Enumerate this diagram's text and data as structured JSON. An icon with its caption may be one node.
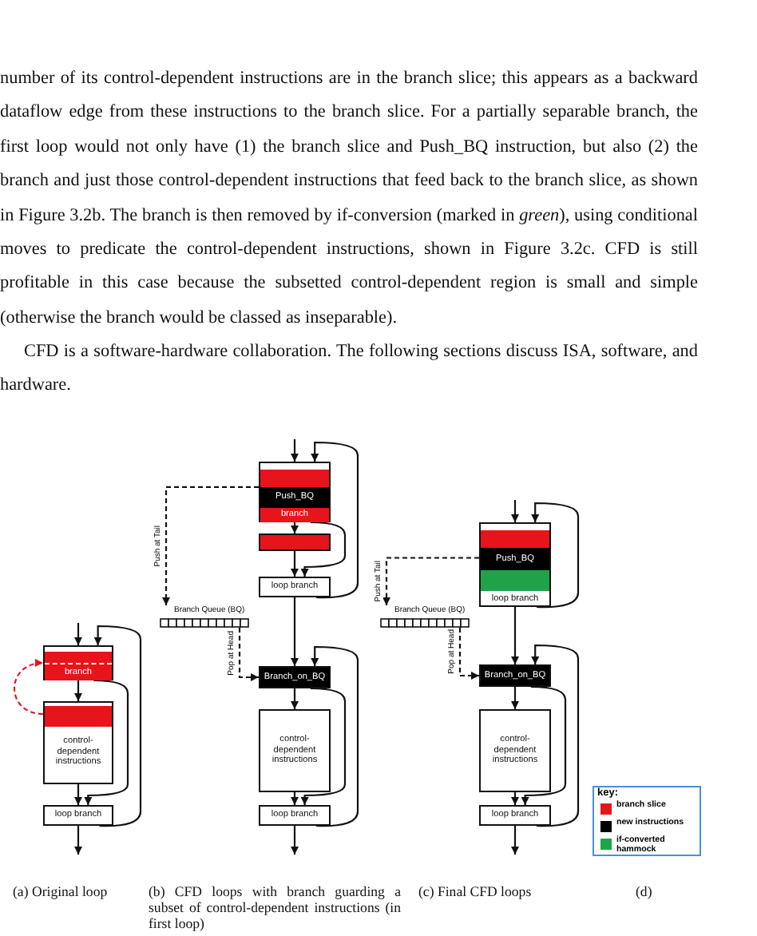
{
  "diagram": {
    "nodes": [
      {
        "text": [
          "branch"
        ]
      },
      {
        "text": [
          "control-dependent instructions"
        ]
      },
      {
        "text": [
          "loop branch"
        ]
      },
      {
        "text": [
          "Push_BQ",
          "branch"
        ]
      },
      {
        "text": [],
        "shape": "box"
      },
      {
        "text": [
          "loop branch"
        ]
      },
      {
        "text": [
          "Branch Queue (BQ)"
        ]
      },
      {
        "text": [
          "Branch_on_BQ"
        ]
      },
      {
        "text": [
          "control-dependent instructions"
        ]
      },
      {
        "text": [
          "loop branch"
        ]
      },
      {
        "text": [
          "Push_BQ",
          "loop branch"
        ]
      },
      {
        "text": [
          "Branch Queue (BQ)"
        ]
      },
      {
        "text": [
          "Branch_on_BQ"
        ]
      },
      {
        "text": [
          "control-dependent instructions"
        ]
      },
      {
        "text": [
          "loop branch"
        ]
      }
    ],
    "edges": [
      {
        "from": null,
        "to": 0,
        "arrow": "to"
      },
      {
        "from": 0,
        "to": 1,
        "arrow": "to"
      },
      {
        "from": 0,
        "to": 2,
        "arrow": "to"
      },
      {
        "from": 1,
        "to": 2,
        "arrow": "to"
      },
      {
        "from": 2,
        "to": 0,
        "arrow": "to"
      },
      {
        "from": 2,
        "to": null,
        "arrow": "to"
      },
      {
        "from": 1,
        "to": 0,
        "arrow": "to",
        "style": "dashed",
        "color": "#e8141b"
      },
      {
        "from": null,
        "to": 3,
        "arrow": "to"
      },
      {
        "from": 3,
        "to": 4,
        "arrow": "to"
      },
      {
        "from": 4,
        "to": 5,
        "arrow": "to"
      },
      {
        "from": 3,
        "to": 5,
        "arrow": "to"
      },
      {
        "from": 5,
        "to": 3,
        "arrow": "to"
      },
      {
        "from": 3,
        "to": 6,
        "arrow": "to",
        "label": "Push at Tail",
        "style": "dashed"
      },
      {
        "from": 5,
        "to": 7,
        "arrow": "to"
      },
      {
        "from": 6,
        "to": 7,
        "arrow": "to",
        "label": "Pop at Head",
        "style": "dashed"
      },
      {
        "from": 7,
        "to": 8,
        "arrow": "to"
      },
      {
        "from": 7,
        "to": 9,
        "arrow": "to"
      },
      {
        "from": 8,
        "to": 9,
        "arrow": "to"
      },
      {
        "from": 9,
        "to": 7,
        "arrow": "to"
      },
      {
        "from": 9,
        "to": null,
        "arrow": "to"
      },
      {
        "from": null,
        "to": 10,
        "arrow": "to"
      },
      {
        "from": 10,
        "to": 10,
        "arrow": "to"
      },
      {
        "from": 10,
        "to": 11,
        "arrow": "to",
        "label": "Push at Tail",
        "style": "dashed"
      },
      {
        "from": 10,
        "to": 12,
        "arrow": "to"
      },
      {
        "from": 11,
        "to": 12,
        "arrow": "to",
        "label": "Pop at Head",
        "style": "dashed"
      },
      {
        "from": 12,
        "to": 13,
        "arrow": "to"
      },
      {
        "from": 12,
        "to": 14,
        "arrow": "to"
      },
      {
        "from": 13,
        "to": 14,
        "arrow": "to"
      },
      {
        "from": 14,
        "to": 12,
        "arrow": "to"
      },
      {
        "from": 14,
        "to": null,
        "arrow": "to"
      }
    ],
    "labels": [
      "number of its control-dependent instructions are in the branch slice; this appears as a backward dataflow edge from these instructions to the branch slice. For a partially separable branch, the first loop would not only have (1) the branch slice and Push_BQ instruction, but also (2) the branch and just those control-dependent instructions that feed back to the branch slice, as shown in Figure 3.2b. The branch is then removed by if-conversion (marked in *green*), using conditional moves to predicate the control-dependent instructions, shown in Figure 3.2c. CFD is still profitable in this case because the subsetted control-dependent region is small and simple (otherwise the branch would be classed as inseparable).",
      "CFD is a software-hardware collaboration. The following sections discuss ISA, software, and hardware.",
      "key:",
      "(a) Original loop",
      "(b) CFD loops with branch guarding a subset of control-dependent instructions (in first loop)",
      "(c) Final CFD loops",
      "(d)"
    ],
    "legend": [
      {
        "text": "branch slice",
        "color": "#e8141b"
      },
      {
        "text": "new instructions",
        "color": "#000000"
      },
      {
        "text": "if-converted hammock",
        "color": "#1fa34a"
      }
    ]
  }
}
